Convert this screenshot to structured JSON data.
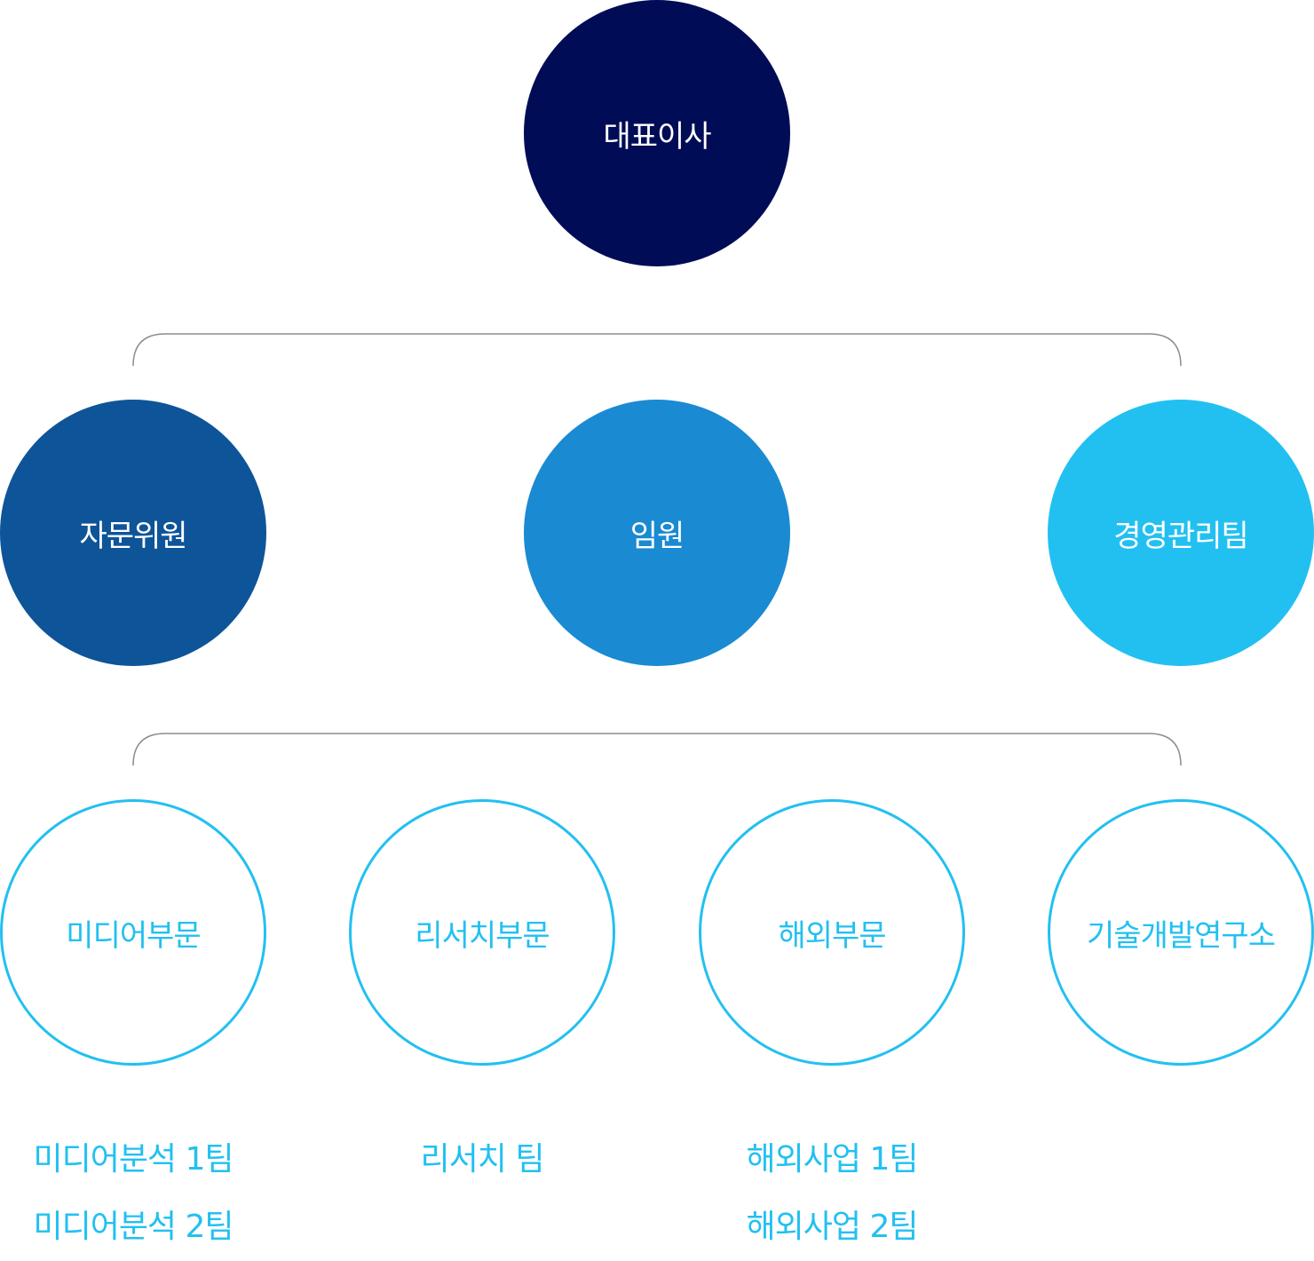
{
  "org_chart": {
    "ceo": {
      "label": "대표이사",
      "color": "#000c55"
    },
    "level2": [
      {
        "id": "advisors",
        "label": "자문위원",
        "color": "#0e5499"
      },
      {
        "id": "executives",
        "label": "임원",
        "color": "#1a8ad2"
      },
      {
        "id": "management",
        "label": "경영관리팀",
        "color": "#22c0f1"
      }
    ],
    "divisions": [
      {
        "id": "media",
        "label": "미디어부문",
        "teams": [
          "미디어분석 1팀",
          "미디어분석 2팀"
        ]
      },
      {
        "id": "research",
        "label": "리서치부문",
        "teams": [
          "리서치 팀"
        ]
      },
      {
        "id": "overseas",
        "label": "해외부문",
        "teams": [
          "해외사업 1팀",
          "해외사업 2팀"
        ]
      },
      {
        "id": "rnd",
        "label": "기술개발연구소",
        "teams": []
      }
    ],
    "colors": {
      "connector": "#8c8c8c",
      "division_accent": "#22c0f1"
    }
  }
}
